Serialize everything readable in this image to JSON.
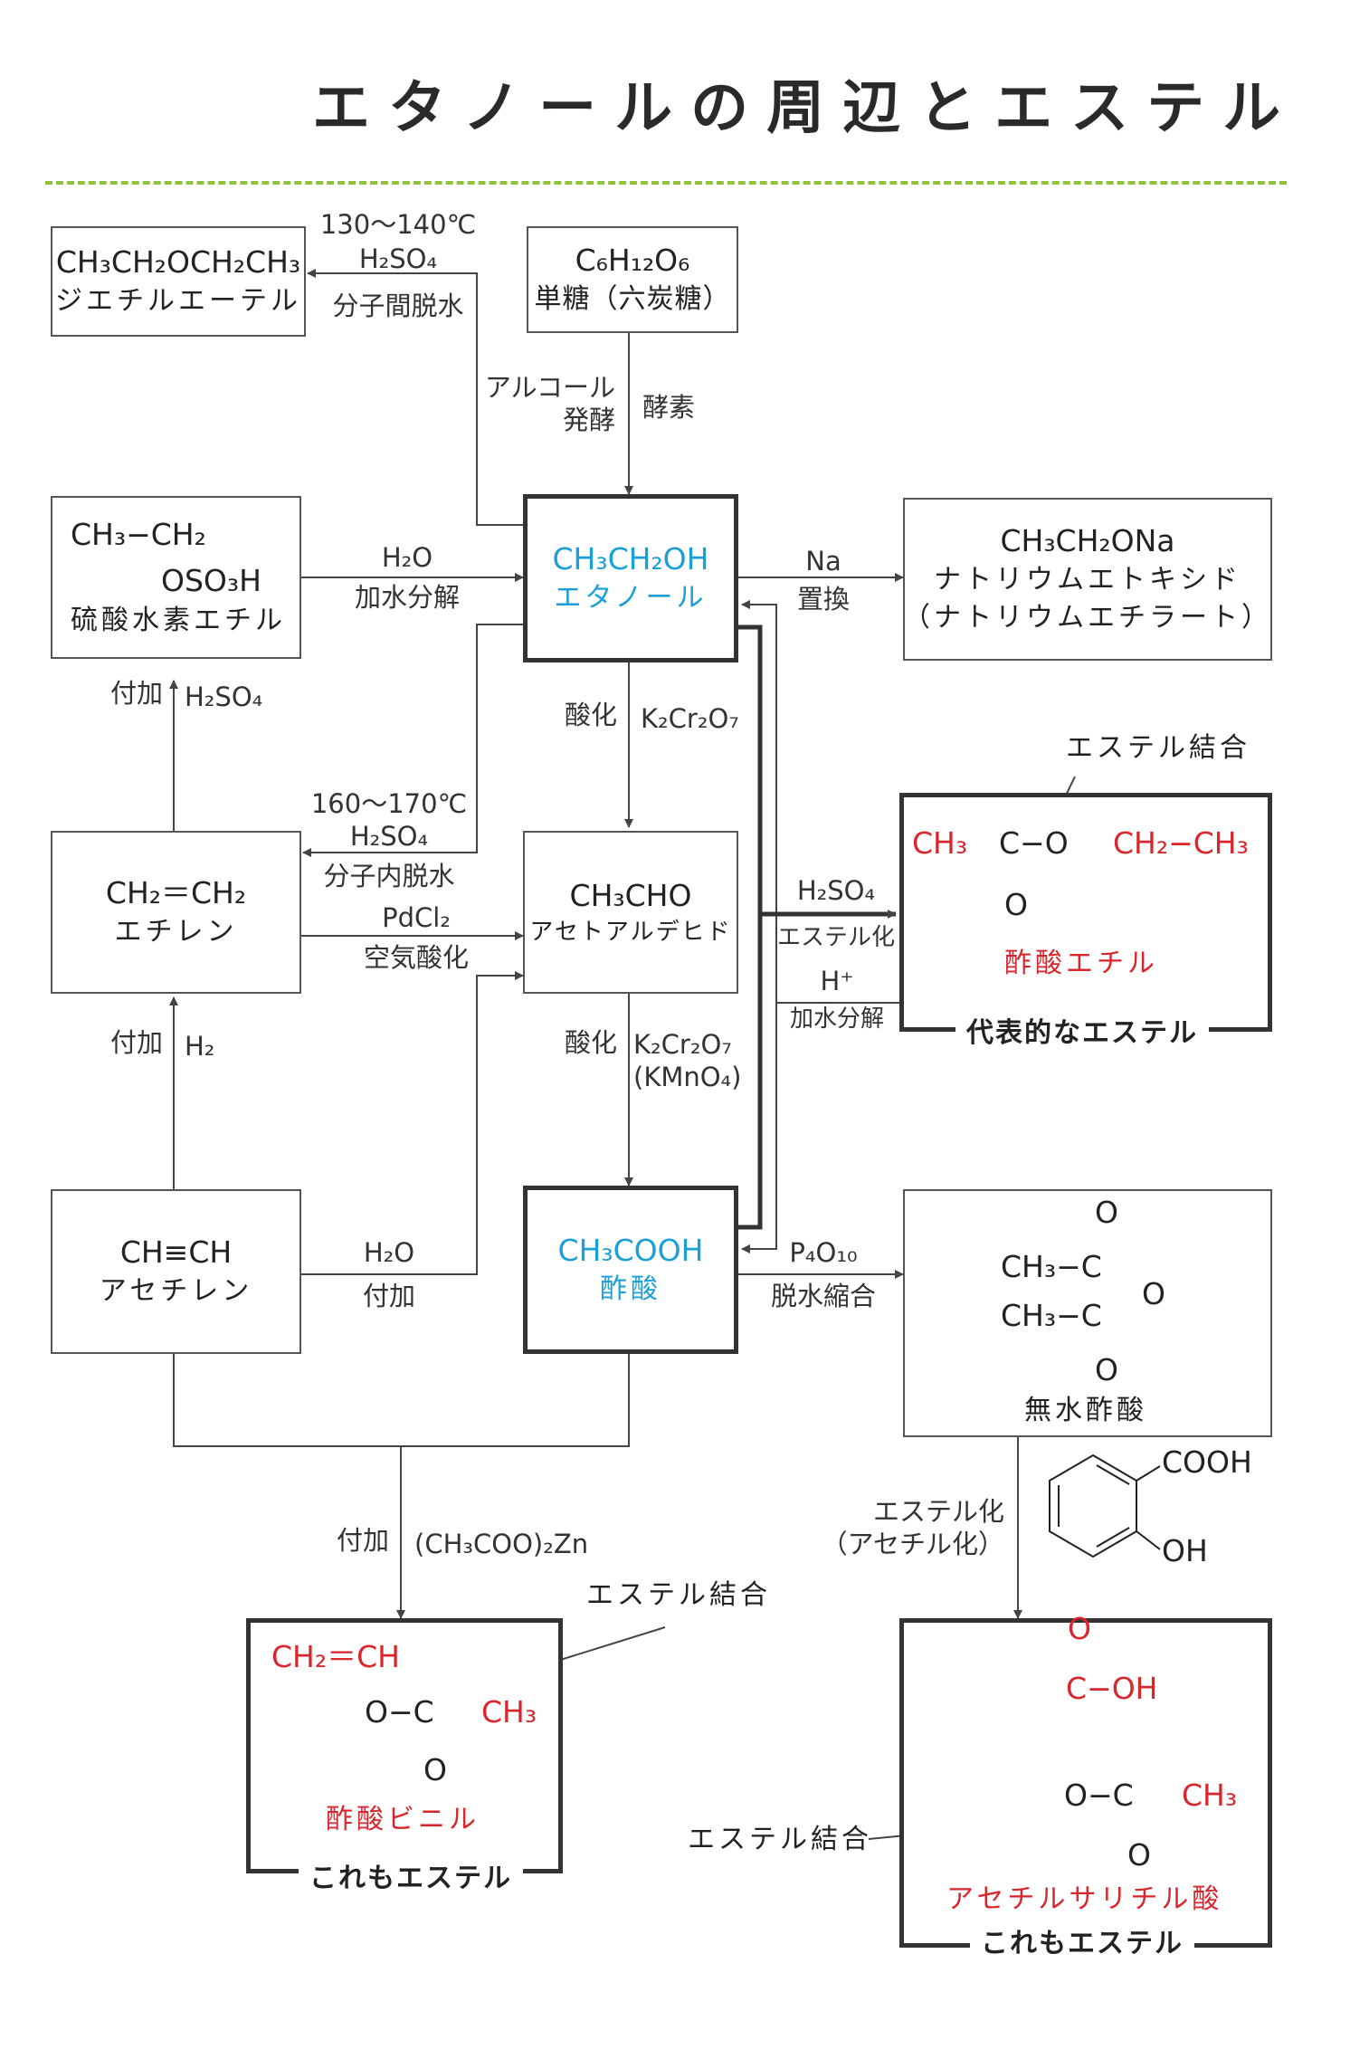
{
  "title": "エタノールの周辺とエステル",
  "boxes": {
    "diethyl_ether": {
      "formula": "CH₃CH₂OCH₂CH₃",
      "name": "ジエチルエーテル"
    },
    "glucose": {
      "formula": "C₆H₁₂O₆",
      "name": "単糖（六炭糖）"
    },
    "ethyl_hydrogen_sulfate": {
      "line1": "CH₃−CH₂",
      "line2": "OSO₃H",
      "name": "硫酸水素エチル"
    },
    "ethanol": {
      "formula": "CH₃CH₂OH",
      "name": "エタノール"
    },
    "sodium_ethoxide": {
      "formula": "CH₃CH₂ONa",
      "name": "ナトリウムエトキシド",
      "alt": "（ナトリウムエチラート）"
    },
    "ethylene": {
      "formula": "CH₂＝CH₂",
      "name": "エチレン"
    },
    "acetaldehyde": {
      "formula": "CH₃CHO",
      "name": "アセトアルデヒド"
    },
    "ethyl_acetate": {
      "left": "CH₃",
      "mid": "C−O",
      "right": "CH₂−CH₃",
      "dbl_o": "O",
      "name": "酢酸エチル",
      "caption": "代表的なエステル",
      "ester_label": "エステル結合"
    },
    "acetylene": {
      "formula": "CH≡CH",
      "name": "アセチレン"
    },
    "acetic_acid": {
      "formula": "CH₃COOH",
      "name": "酢酸"
    },
    "acetic_anhydride": {
      "o_top": "O",
      "upper": "CH₃−C",
      "ring_o": "O",
      "lower": "CH₃−C",
      "o_bottom": "O",
      "name": "無水酢酸"
    },
    "vinyl_acetate": {
      "top": "CH₂＝CH",
      "ester": "O−C",
      "ch3": "CH₃",
      "o": "O",
      "name": "酢酸ビニル",
      "caption": "これもエステル",
      "ester_label": "エステル結合"
    },
    "aspirin": {
      "o_top": "O",
      "cooh": "C−OH",
      "ester": "O−C",
      "ch3": "CH₃",
      "o": "O",
      "name": "アセチルサリチル酸",
      "caption": "これもエステル",
      "ester_label": "エステル結合"
    },
    "salicylic_acid": {
      "cooh": "COOH",
      "oh": "OH"
    }
  },
  "labels": {
    "intermolecular_temp": "130～140℃",
    "intermolecular_reagent": "H₂SO₄",
    "intermolecular_name": "分子間脱水",
    "fermentation_left": "アルコール\n発酵",
    "fermentation_right": "酵素",
    "hydrolysis_reagent": "H₂O",
    "hydrolysis_name": "加水分解",
    "na_reagent": "Na",
    "na_name": "置換",
    "add_h2so4_left": "付加",
    "add_h2so4_right": "H₂SO₄",
    "oxidation1_left": "酸化",
    "oxidation1_right": "K₂Cr₂O₇",
    "intramolecular_temp": "160～170℃",
    "intramolecular_reagent": "H₂SO₄",
    "intramolecular_name": "分子内脱水",
    "wacker_reagent": "PdCl₂",
    "wacker_name": "空気酸化",
    "esterification_reagent": "H₂SO₄",
    "esterification_name": "エステル化",
    "ester_hydrolysis_reagent": "H⁺",
    "ester_hydrolysis_name": "加水分解",
    "add_h2_left": "付加",
    "add_h2_right": "H₂",
    "oxidation2_left": "酸化",
    "oxidation2_right": "K₂Cr₂O₇\n(KMnO₄)",
    "hydration_reagent": "H₂O",
    "hydration_name": "付加",
    "dehydration_reagent": "P₄O₁₀",
    "dehydration_name": "脱水縮合",
    "vinyl_left": "付加",
    "vinyl_right": "(CH₃COO)₂Zn",
    "acetylation": "エステル化\n（アセチル化）"
  }
}
